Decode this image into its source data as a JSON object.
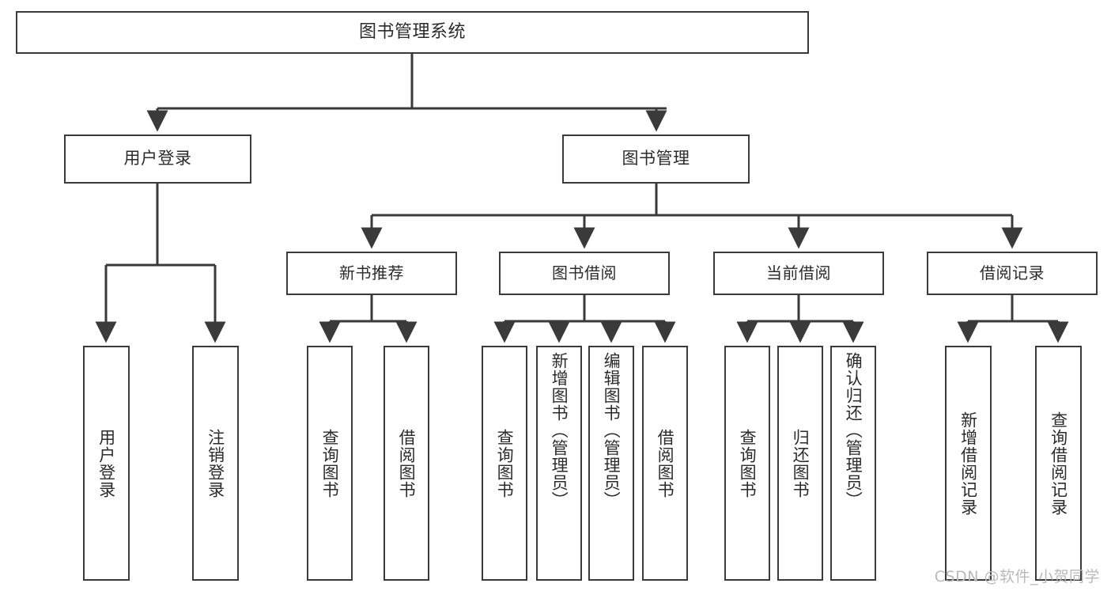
{
  "diagram": {
    "title": "图书管理系统",
    "type": "hierarchy-tree",
    "line_color": "#3a3a3a",
    "box_fill": "#ffffff",
    "text_color": "#2b2b2b",
    "nodes": {
      "root": {
        "label": "图书管理系统"
      },
      "level2": [
        {
          "id": "user-login",
          "label": "用户登录"
        },
        {
          "id": "book-manage",
          "label": "图书管理"
        }
      ],
      "level3": [
        {
          "id": "new-book-recommend",
          "label": "新书推荐"
        },
        {
          "id": "book-borrow",
          "label": "图书借阅"
        },
        {
          "id": "current-borrow",
          "label": "当前借阅"
        },
        {
          "id": "borrow-record",
          "label": "借阅记录"
        }
      ],
      "leaves": [
        {
          "id": "leaf-user-login",
          "label": "用户登录",
          "parent": "user-login"
        },
        {
          "id": "leaf-logout-login",
          "label": "注销登录",
          "parent": "user-login"
        },
        {
          "id": "leaf-query-book-1",
          "label": "查询图书",
          "parent": "new-book-recommend"
        },
        {
          "id": "leaf-borrow-book-1",
          "label": "借阅图书",
          "parent": "new-book-recommend"
        },
        {
          "id": "leaf-query-book-2",
          "label": "查询图书",
          "parent": "book-borrow"
        },
        {
          "id": "leaf-add-book",
          "label": "新增图书（管理员）",
          "parent": "book-borrow"
        },
        {
          "id": "leaf-edit-book",
          "label": "编辑图书（管理员）",
          "parent": "book-borrow"
        },
        {
          "id": "leaf-borrow-book-2",
          "label": "借阅图书",
          "parent": "book-borrow"
        },
        {
          "id": "leaf-query-book-3",
          "label": "查询图书",
          "parent": "current-borrow"
        },
        {
          "id": "leaf-return-book",
          "label": "归还图书",
          "parent": "current-borrow"
        },
        {
          "id": "leaf-confirm-return",
          "label": "确认归还（管理员）",
          "parent": "current-borrow"
        },
        {
          "id": "leaf-add-record",
          "label": "新增借阅记录",
          "parent": "borrow-record"
        },
        {
          "id": "leaf-query-record",
          "label": "查询借阅记录",
          "parent": "borrow-record"
        }
      ]
    }
  },
  "watermark": {
    "text": "CSDN @软件_小贺同学"
  }
}
